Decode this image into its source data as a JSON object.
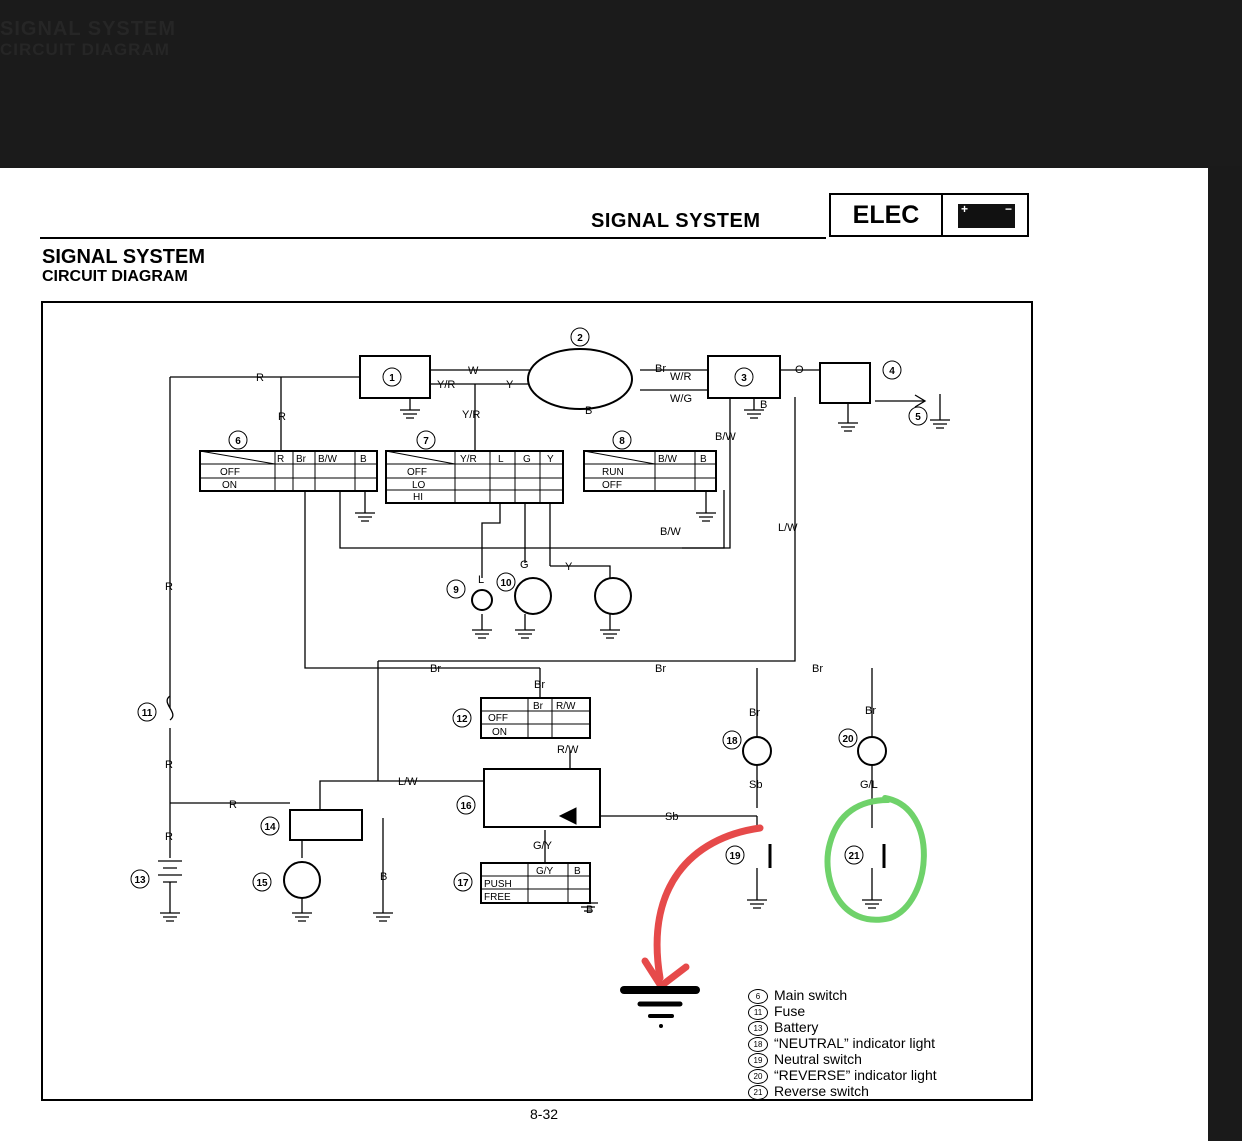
{
  "header": {
    "title": "SIGNAL SYSTEM",
    "badge": "ELEC",
    "battery_icon": "battery-icon"
  },
  "section": {
    "title": "SIGNAL SYSTEM",
    "subtitle": "CIRCUIT DIAGRAM"
  },
  "ghost": {
    "title": "SIGNAL SYSTEM",
    "subtitle": "CIRCUIT DIAGRAM"
  },
  "components": {
    "c1": "1",
    "c2": "2",
    "c3": "3",
    "c4": "4",
    "c5": "5",
    "c6": "6",
    "c7": "7",
    "c8": "8",
    "c9": "9",
    "c10": "10",
    "c11": "11",
    "c12": "12",
    "c13": "13",
    "c14": "14",
    "c15": "15",
    "c16": "16",
    "c17": "17",
    "c18": "18",
    "c19": "19",
    "c20": "20",
    "c21": "21"
  },
  "wires": {
    "R": "R",
    "W": "W",
    "Y": "Y",
    "YR": "Y/R",
    "Br": "Br",
    "WR": "W/R",
    "WG": "W/G",
    "O": "O",
    "B": "B",
    "BW": "B/W",
    "LW": "L/W",
    "G": "G",
    "L": "L",
    "RW": "R/W",
    "Sb": "Sb",
    "GY": "G/Y",
    "GL": "G/L"
  },
  "switch_tables": {
    "main": {
      "headers": [
        "R",
        "Br",
        "B/W",
        "B"
      ],
      "rows": [
        "OFF",
        "ON"
      ]
    },
    "light": {
      "headers": [
        "Y/R",
        "L",
        "G",
        "Y"
      ],
      "rows": [
        "OFF",
        "LO",
        "HI"
      ]
    },
    "engine_stop": {
      "headers": [
        "B/W",
        "B"
      ],
      "rows": [
        "RUN",
        "OFF"
      ]
    },
    "aux": {
      "headers": [
        "Br",
        "R/W"
      ],
      "rows": [
        "OFF",
        "ON"
      ]
    },
    "push": {
      "headers": [
        "G/Y",
        "B"
      ],
      "rows": [
        "PUSH",
        "FREE"
      ]
    }
  },
  "legend": [
    {
      "num": "6",
      "label": "Main switch"
    },
    {
      "num": "11",
      "label": "Fuse"
    },
    {
      "num": "13",
      "label": "Battery"
    },
    {
      "num": "18",
      "label": "“NEUTRAL” indicator light"
    },
    {
      "num": "19",
      "label": "Neutral switch"
    },
    {
      "num": "20",
      "label": "“REVERSE” indicator light"
    },
    {
      "num": "21",
      "label": "Reverse switch"
    }
  ],
  "page_number": "8-32",
  "annotations": {
    "red_arrow_color": "#e64a4a",
    "green_circle_color": "#6fd26a"
  }
}
